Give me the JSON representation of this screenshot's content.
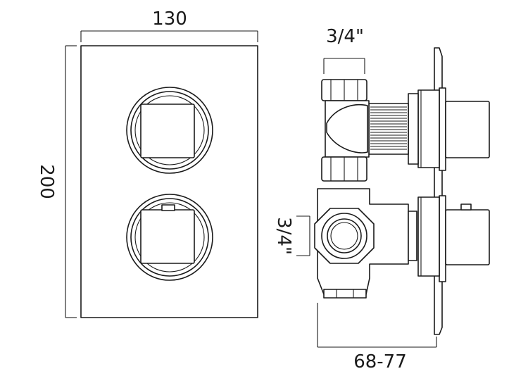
{
  "dimensions": {
    "front_width": "130",
    "front_height": "200",
    "side_top_inlet": "3/4\"",
    "side_left_inlet": "3/4\"",
    "side_depth": "68-77"
  }
}
